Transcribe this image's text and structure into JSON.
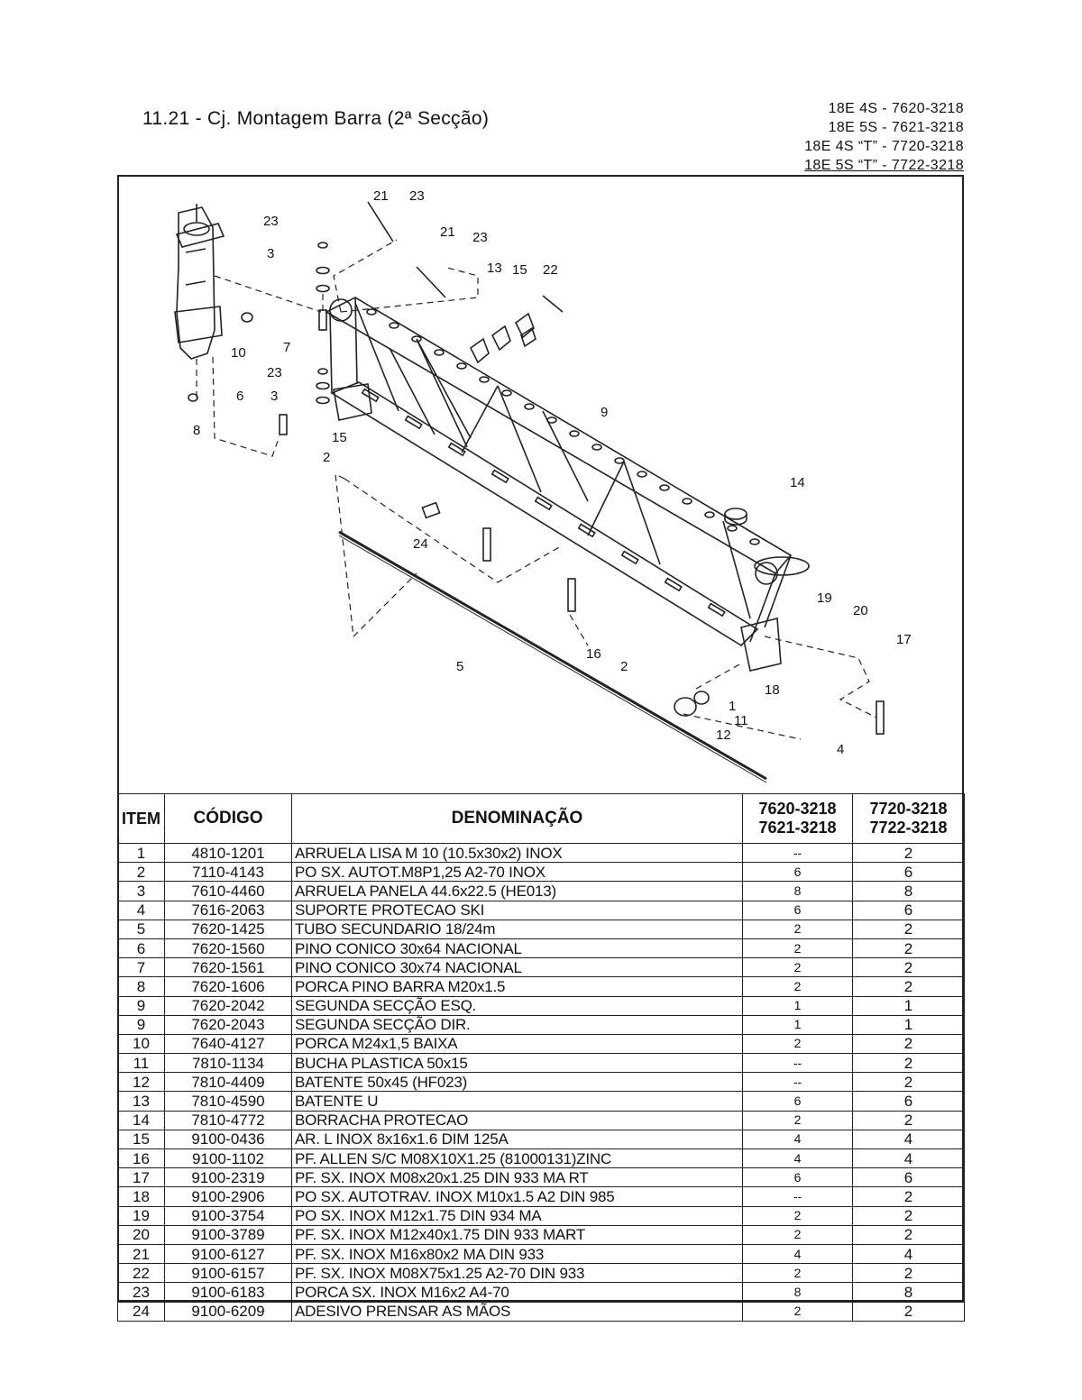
{
  "header": {
    "title": "11.21 - Cj. Montagem Barra (2ª Secção)",
    "models": [
      "18E 4S - 7620-3218",
      "18E 5S - 7621-3218",
      "18E 4S “T” - 7720-3218",
      "18E 5S “T” - 7722-3218"
    ]
  },
  "diagram": {
    "callouts": [
      "21",
      "23",
      "23",
      "3",
      "21",
      "23",
      "13",
      "15",
      "22",
      "10",
      "7",
      "23",
      "3",
      "6",
      "8",
      "9",
      "15",
      "2",
      "14",
      "24",
      "19",
      "20",
      "17",
      "16",
      "2",
      "5",
      "18",
      "1",
      "11",
      "12",
      "4"
    ]
  },
  "table": {
    "headers": {
      "item": "ITEM",
      "code": "CÓDIGO",
      "desc": "DENOMINAÇÃO",
      "q1": [
        "7620-3218",
        "7621-3218"
      ],
      "q2": [
        "7720-3218",
        "7722-3218"
      ]
    },
    "rows": [
      {
        "item": "1",
        "code": "4810-1201",
        "desc": "ARRUELA LISA M 10 (10.5x30x2) INOX",
        "q1": "--",
        "q2": "2"
      },
      {
        "item": "2",
        "code": "7110-4143",
        "desc": "PO SX. AUTOT.M8P1,25 A2-70 INOX",
        "q1": "6",
        "q2": "6"
      },
      {
        "item": "3",
        "code": "7610-4460",
        "desc": "ARRUELA PANELA 44.6x22.5 (HE013)",
        "q1": "8",
        "q2": "8"
      },
      {
        "item": "4",
        "code": "7616-2063",
        "desc": "SUPORTE PROTECAO SKI",
        "q1": "6",
        "q2": "6"
      },
      {
        "item": "5",
        "code": "7620-1425",
        "desc": "TUBO SECUNDARIO 18/24m",
        "q1": "2",
        "q2": "2"
      },
      {
        "item": "6",
        "code": "7620-1560",
        "desc": "PINO CONICO 30x64 NACIONAL",
        "q1": "2",
        "q2": "2"
      },
      {
        "item": "7",
        "code": "7620-1561",
        "desc": "PINO CONICO 30x74 NACIONAL",
        "q1": "2",
        "q2": "2"
      },
      {
        "item": "8",
        "code": "7620-1606",
        "desc": "PORCA PINO BARRA M20x1.5",
        "q1": "2",
        "q2": "2"
      },
      {
        "item": "9",
        "code": "7620-2042",
        "desc": "SEGUNDA SECÇÃO ESQ.",
        "q1": "1",
        "q2": "1"
      },
      {
        "item": "9",
        "code": "7620-2043",
        "desc": "SEGUNDA SECÇÃO DIR.",
        "q1": "1",
        "q2": "1"
      },
      {
        "item": "10",
        "code": "7640-4127",
        "desc": "PORCA M24x1,5 BAIXA",
        "q1": "2",
        "q2": "2"
      },
      {
        "item": "11",
        "code": "7810-1134",
        "desc": "BUCHA PLASTICA 50x15",
        "q1": "--",
        "q2": "2"
      },
      {
        "item": "12",
        "code": "7810-4409",
        "desc": "BATENTE 50x45 (HF023)",
        "q1": "--",
        "q2": "2"
      },
      {
        "item": "13",
        "code": "7810-4590",
        "desc": "BATENTE U",
        "q1": "6",
        "q2": "6"
      },
      {
        "item": "14",
        "code": "7810-4772",
        "desc": "BORRACHA PROTECAO",
        "q1": "2",
        "q2": "2"
      },
      {
        "item": "15",
        "code": "9100-0436",
        "desc": "AR. L INOX 8x16x1.6 DIM 125A",
        "q1": "4",
        "q2": "4"
      },
      {
        "item": "16",
        "code": "9100-1102",
        "desc": "PF. ALLEN S/C M08X10X1.25 (81000131)ZINC",
        "q1": "4",
        "q2": "4"
      },
      {
        "item": "17",
        "code": "9100-2319",
        "desc": "PF. SX. INOX M08x20x1.25 DIN 933 MA RT",
        "q1": "6",
        "q2": "6"
      },
      {
        "item": "18",
        "code": "9100-2906",
        "desc": "PO SX. AUTOTRAV. INOX M10x1.5 A2 DIN 985",
        "q1": "--",
        "q2": "2"
      },
      {
        "item": "19",
        "code": "9100-3754",
        "desc": "PO SX. INOX M12x1.75 DIN 934 MA",
        "q1": "2",
        "q2": "2"
      },
      {
        "item": "20",
        "code": "9100-3789",
        "desc": "PF. SX. INOX M12x40x1.75 DIN 933 MART",
        "q1": "2",
        "q2": "2"
      },
      {
        "item": "21",
        "code": "9100-6127",
        "desc": "PF. SX. INOX M16x80x2 MA DIN 933",
        "q1": "4",
        "q2": "4"
      },
      {
        "item": "22",
        "code": "9100-6157",
        "desc": "PF. SX. INOX M08X75x1.25 A2-70 DIN 933",
        "q1": "2",
        "q2": "2"
      },
      {
        "item": "23",
        "code": "9100-6183",
        "desc": "PORCA SX. INOX M16x2 A4-70",
        "q1": "8",
        "q2": "8"
      },
      {
        "item": "24",
        "code": "9100-6209",
        "desc": "ADESIVO PRENSAR AS MÃOS",
        "q1": "2",
        "q2": "2"
      }
    ]
  }
}
